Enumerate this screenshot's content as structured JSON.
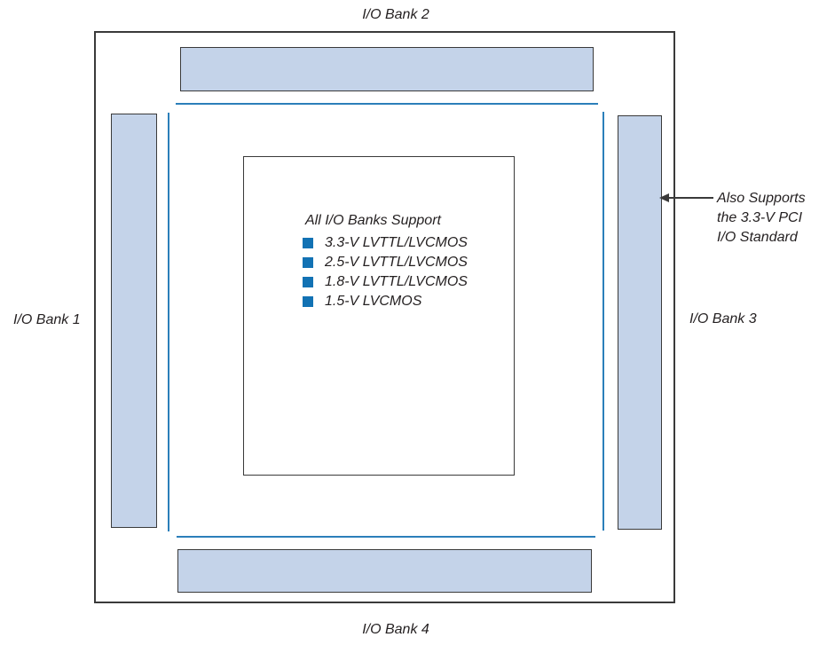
{
  "figure": {
    "labels": {
      "bank2": "I/O Bank 2",
      "bank4": "I/O Bank 4",
      "bank1": "I/O Bank 1",
      "bank3": "I/O Bank 3"
    },
    "core": {
      "title": "All I/O Banks Support",
      "items": [
        "3.3-V LVTTL/LVCMOS",
        "2.5-V LVTTL/LVCMOS",
        "1.8-V LVTTL/LVCMOS",
        "1.5-V LVCMOS"
      ]
    },
    "annotation": {
      "lines": [
        "Also Supports",
        "the 3.3-V PCI",
        "I/O Standard"
      ]
    },
    "colors": {
      "bank_fill": "#c4d3e9",
      "bank_border": "#3a3a3a",
      "core_boundary_line": "#2b7fba",
      "bullet": "#1272b4",
      "text": "#231f20"
    }
  }
}
